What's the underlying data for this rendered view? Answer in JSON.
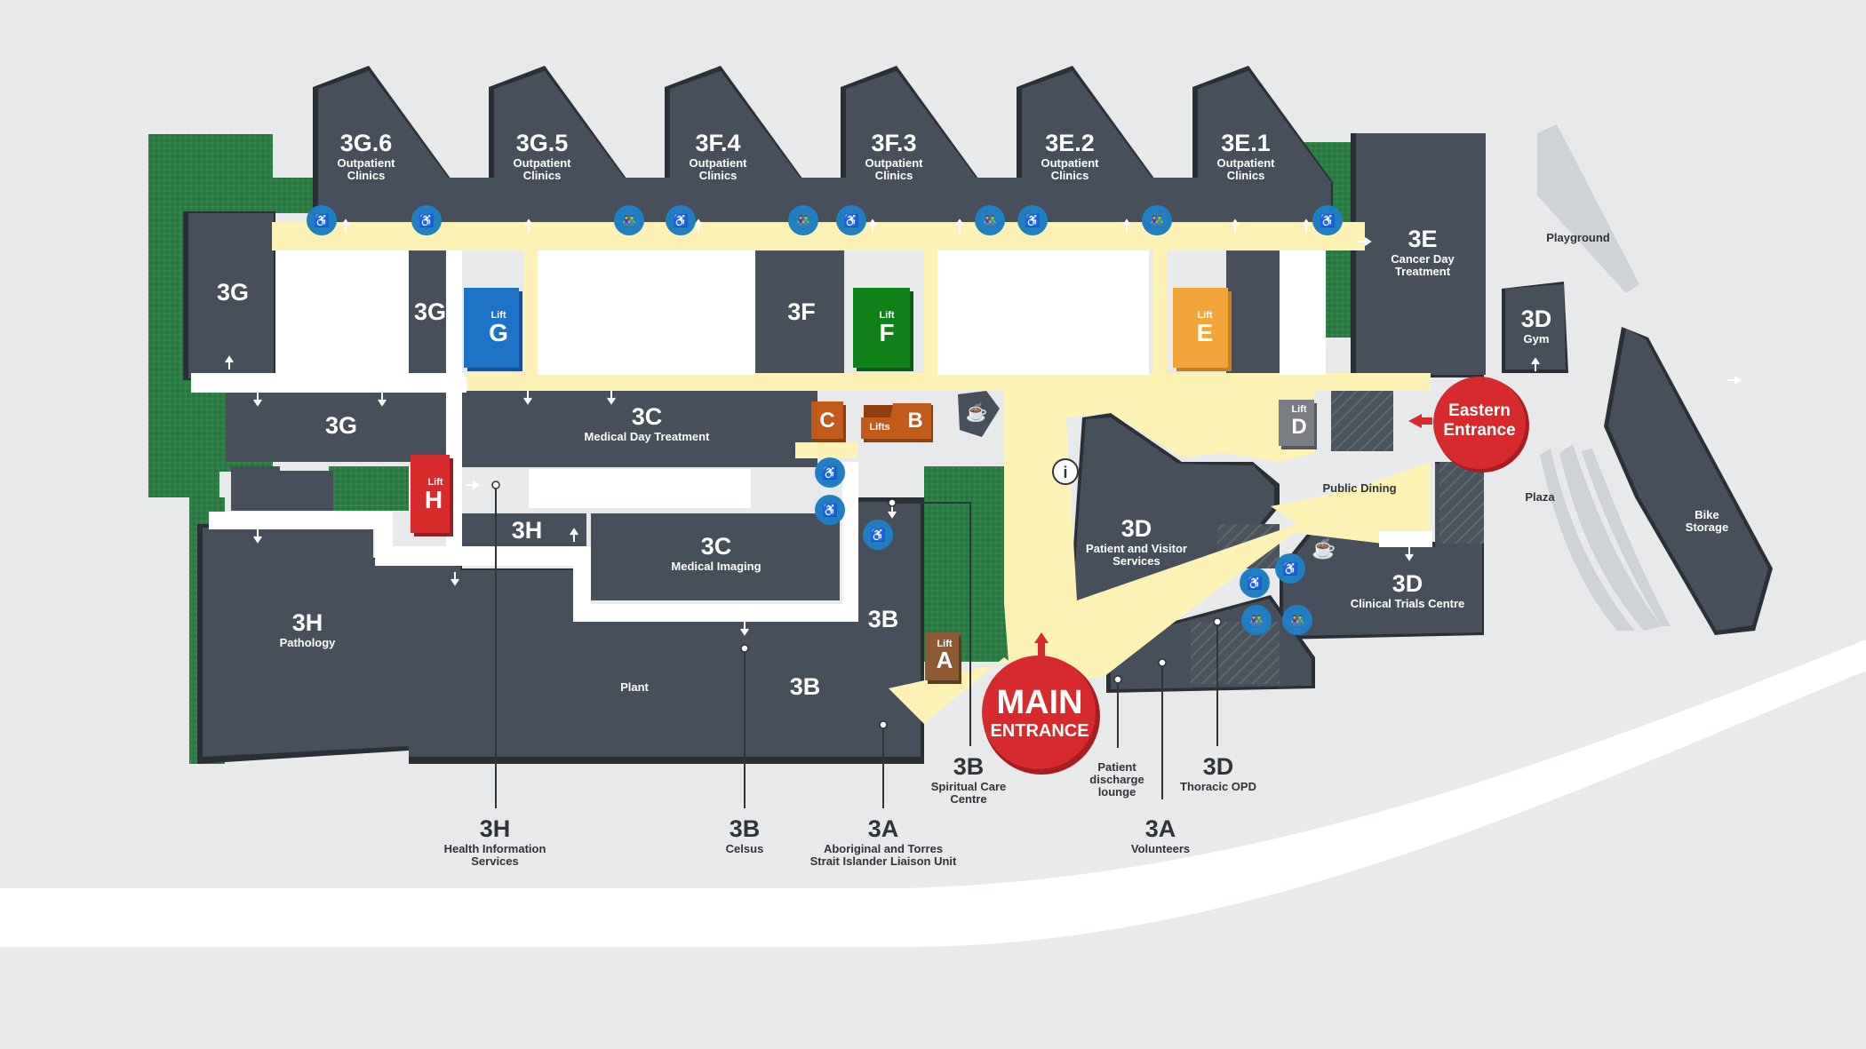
{
  "colors": {
    "background": "#e8e9eb",
    "building": "#47505a",
    "building_shadow": "#2b3036",
    "corridor": "#fbf2b4",
    "walkway": "#ffffff",
    "garden": "#2d7e45",
    "exterior_grey": "#cfd2d6",
    "service_icon": "#1f7fc2",
    "entrance_red": "#d62a2c",
    "lift_g": "#1f73c6",
    "lift_f": "#108019",
    "lift_e": "#f2a63a",
    "lift_h": "#d72b2c",
    "lift_cb": "#c25a1a",
    "lift_a": "#8e5a34",
    "lift_d": "#7a7e84"
  },
  "clinics": [
    {
      "code": "3G.6",
      "name": "Outpatient\nClinics"
    },
    {
      "code": "3G.5",
      "name": "Outpatient\nClinics"
    },
    {
      "code": "3F.4",
      "name": "Outpatient\nClinics"
    },
    {
      "code": "3F.3",
      "name": "Outpatient\nClinics"
    },
    {
      "code": "3E.2",
      "name": "Outpatient\nClinics"
    },
    {
      "code": "3E.1",
      "name": "Outpatient\nClinics"
    }
  ],
  "zones": {
    "z3g_top": "3G",
    "z3g_small": "3G",
    "z3g_mid": "3G",
    "z3f": "3F",
    "z3e_code": "3E",
    "z3e_name": "Cancer Day\nTreatment",
    "z3d_gym_code": "3D",
    "z3d_gym_name": "Gym",
    "playground": "Playground",
    "z3c_mdt_code": "3C",
    "z3c_mdt_name": "Medical Day Treatment",
    "z3c_mi_code": "3C",
    "z3c_mi_name": "Medical Imaging",
    "z3h_mid": "3H",
    "z3h_path_code": "3H",
    "z3h_path_name": "Pathology",
    "plant": "Plant",
    "z3b_a": "3B",
    "z3b_b": "3B",
    "z3d_pvs_code": "3D",
    "z3d_pvs_name": "Patient and Visitor\nServices",
    "public_dining": "Public Dining",
    "plaza": "Plaza",
    "bike_storage": "Bike\nStorage",
    "z3d_ctc_code": "3D",
    "z3d_ctc_name": "Clinical Trials Centre"
  },
  "lifts": {
    "lift_word": "Lift",
    "lifts_word": "Lifts",
    "g": "G",
    "f": "F",
    "e": "E",
    "h": "H",
    "c": "C",
    "b": "B",
    "a": "A",
    "d": "D"
  },
  "entrances": {
    "main_line1": "MAIN",
    "main_line2": "ENTRANCE",
    "eastern_line1": "Eastern",
    "eastern_line2": "Entrance"
  },
  "callouts": {
    "c3h_code": "3H",
    "c3h_name": "Health Information\nServices",
    "c3b_celsus_code": "3B",
    "c3b_celsus_name": "Celsus",
    "c3a_atsi_code": "3A",
    "c3a_atsi_name": "Aboriginal and Torres\nStrait Islander Liaison Unit",
    "c3b_spiritual_code": "3B",
    "c3b_spiritual_name": "Spiritual Care\nCentre",
    "discharge_name": "Patient\ndischarge\nlounge",
    "c3a_vol_code": "3A",
    "c3a_vol_name": "Volunteers",
    "c3d_thoracic_code": "3D",
    "c3d_thoracic_name": "Thoracic OPD"
  },
  "icons": {
    "accessible": "accessible-toilet-icon",
    "toilets": "toilets-icon",
    "wheelchair": "wheelchair-icon",
    "cafe": "cafe-icon",
    "info": "information-icon"
  }
}
